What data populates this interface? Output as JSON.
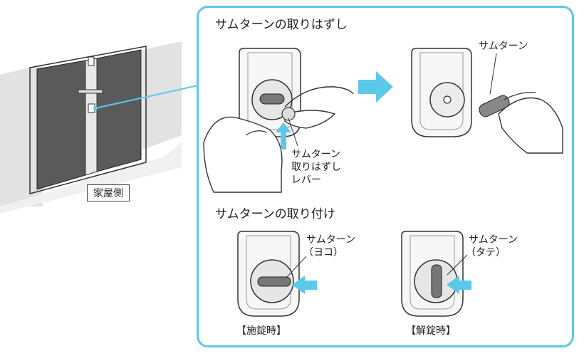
{
  "house_side_label": "家屋側",
  "removal": {
    "title": "サムターンの取りはずし",
    "lever_label_lines": [
      "サムターン",
      "取りはずし",
      "レバー"
    ],
    "thumbturn_label": "サムターン"
  },
  "attach": {
    "title": "サムターンの取り付け",
    "locked": {
      "label_lines": [
        "サムターン",
        "（ヨコ）"
      ],
      "caption": "【施錠時】"
    },
    "unlocked": {
      "label_lines": [
        "サムターン",
        "（タテ）"
      ],
      "caption": "【解錠時】"
    }
  },
  "colors": {
    "accent": "#5cc8ea",
    "screen": "#555555",
    "line": "#333333"
  }
}
